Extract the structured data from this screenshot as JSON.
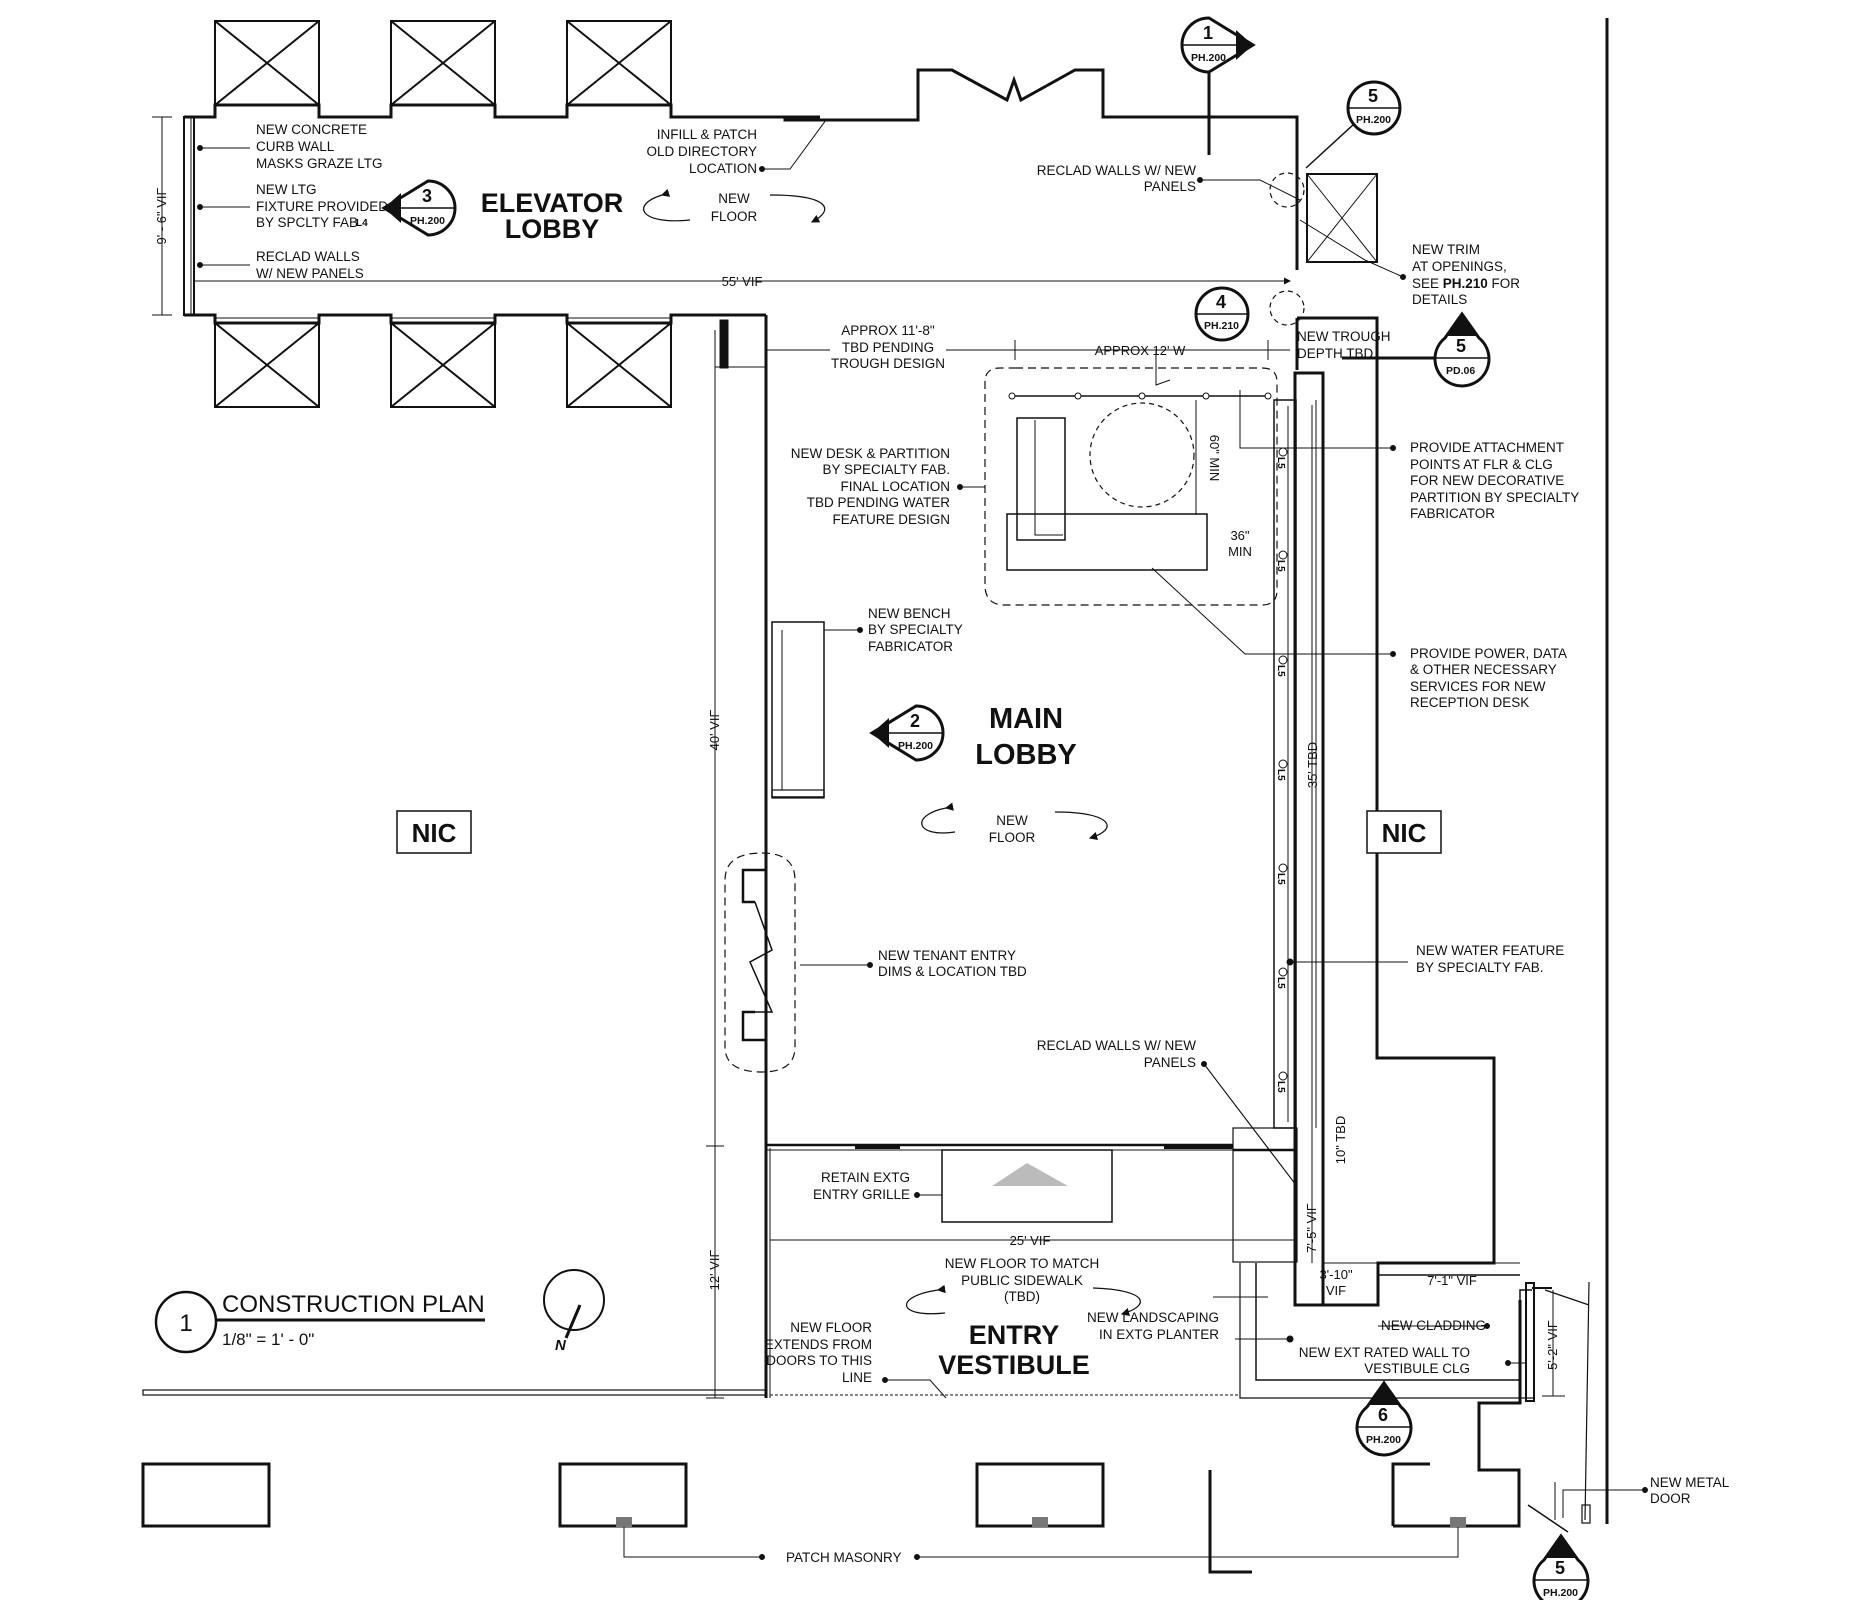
{
  "rooms": {
    "elevator_lobby": [
      "ELEVATOR",
      "LOBBY"
    ],
    "main_lobby": [
      "MAIN",
      "LOBBY"
    ],
    "entry_vestibule": [
      "ENTRY",
      "VESTIBULE"
    ]
  },
  "nic_label": "NIC",
  "title_block": {
    "number": "1",
    "title": "CONSTRUCTION PLAN",
    "scale": "1/8\" = 1' - 0\"",
    "north": "N"
  },
  "section_markers": [
    {
      "number": "1",
      "ref": "PH.200"
    },
    {
      "number": "5",
      "ref": "PH.200"
    },
    {
      "number": "3",
      "ref": "PH.200"
    },
    {
      "number": "4",
      "ref": "PH.210"
    },
    {
      "number": "5",
      "ref": "PD.06"
    },
    {
      "number": "2",
      "ref": "PH.200"
    },
    {
      "number": "6",
      "ref": "PH.200"
    },
    {
      "number": "5",
      "ref": "PH.200"
    }
  ],
  "dimensions": {
    "elevator_height": "9' - 6\" VIF",
    "length_55": "55' VIF",
    "approx_12": "APPROX 12' W",
    "min_60": "60\" MIN",
    "min_36": [
      "36\"",
      "MIN"
    ],
    "tbd_35": "35' TBD",
    "tbd_10": "10\" TBD",
    "vif_40": "40' VIF",
    "vif_12": "12' VIF",
    "vif_25": "25' VIF",
    "vif_7_5": "7'-5\" VIF",
    "vif_3_10": [
      "3'-10\"",
      "VIF"
    ],
    "vif_7_1": "7'-1\" VIF",
    "vif_5_2": "5'-2\" VIF"
  },
  "fixture_tag": "L5",
  "fixture_tag_l4": "L4",
  "notes": {
    "concrete_curb": [
      "NEW CONCRETE",
      "CURB WALL",
      "MASKS GRAZE LTG"
    ],
    "ltg_fixture": [
      "NEW LTG",
      "FIXTURE PROVIDED",
      "BY SPCLTY FAB"
    ],
    "reclad_walls_left": [
      "RECLAD WALLS",
      "W/ NEW PANELS"
    ],
    "infill": [
      "INFILL & PATCH",
      "OLD DIRECTORY",
      "LOCATION"
    ],
    "new_floor_elevator": [
      "NEW",
      "FLOOR"
    ],
    "reclad_walls_top": [
      "RECLAD WALLS W/ NEW",
      "PANELS"
    ],
    "new_trim": [
      "NEW TRIM",
      "AT OPENINGS,",
      "SEE ",
      "PH.210",
      " FOR",
      "DETAILS"
    ],
    "approx_11_8": [
      "APPROX 11'-8\"",
      "TBD PENDING",
      "TROUGH DESIGN"
    ],
    "new_trough": [
      "NEW TROUGH",
      "DEPTH TBD"
    ],
    "attachment_points": [
      "PROVIDE ATTACHMENT",
      "POINTS AT FLR & CLG",
      "FOR NEW DECORATIVE",
      "PARTITION BY SPECIALTY",
      "FABRICATOR"
    ],
    "desk_partition": [
      "NEW DESK & PARTITION",
      "BY SPECIALTY FAB.",
      "FINAL LOCATION",
      "TBD PENDING WATER",
      "FEATURE DESIGN"
    ],
    "bench": [
      "NEW BENCH",
      "BY SPECIALTY",
      "FABRICATOR"
    ],
    "power_data": [
      "PROVIDE POWER, DATA",
      "& OTHER NECESSARY",
      "SERVICES FOR NEW",
      "RECEPTION DESK"
    ],
    "new_floor_main": [
      "NEW",
      "FLOOR"
    ],
    "tenant_entry": [
      "NEW TENANT ENTRY",
      "DIMS & LOCATION TBD"
    ],
    "water_feature": [
      "NEW WATER FEATURE",
      "BY SPECIALTY FAB."
    ],
    "reclad_walls_right": [
      "RECLAD WALLS W/ NEW",
      "PANELS"
    ],
    "entry_grille": [
      "RETAIN EXTG",
      "ENTRY GRILLE"
    ],
    "floor_sidewalk": [
      "NEW FLOOR TO MATCH",
      "PUBLIC SIDEWALK",
      "(TBD)"
    ],
    "floor_extends": [
      "NEW FLOOR",
      "EXTENDS FROM",
      "DOORS TO THIS",
      "LINE"
    ],
    "landscaping": [
      "NEW LANDSCAPING",
      "IN EXTG PLANTER"
    ],
    "new_cladding": "NEW CLADDING",
    "ext_wall": [
      "NEW EXT RATED WALL TO",
      "VESTIBULE CLG"
    ],
    "metal_door": [
      "NEW METAL",
      "DOOR"
    ],
    "patch_masonry": "PATCH MASONRY"
  }
}
